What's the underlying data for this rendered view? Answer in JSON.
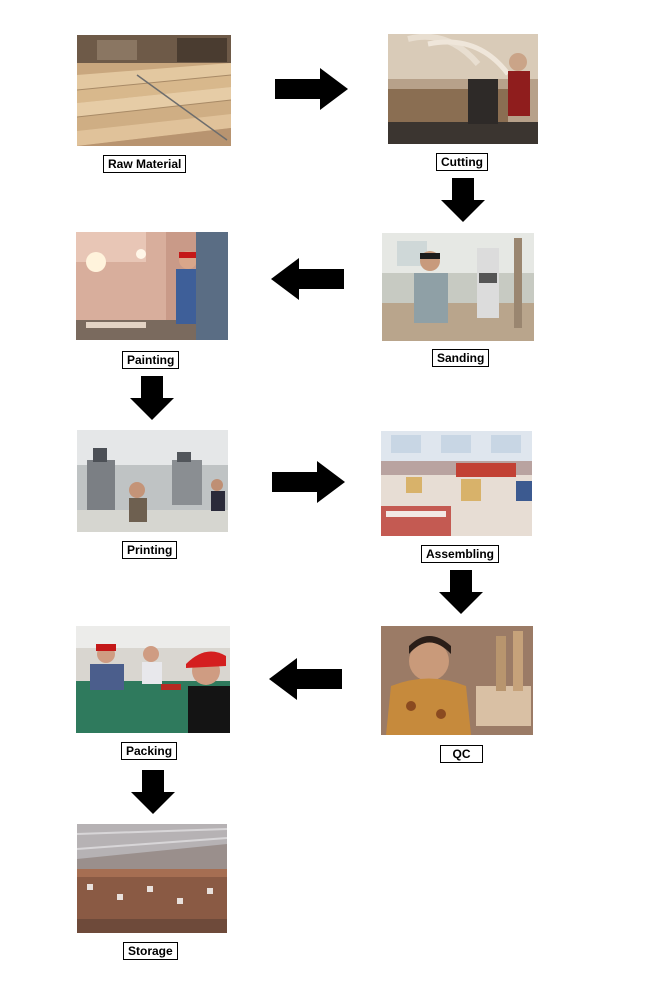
{
  "steps": [
    {
      "id": "raw-material",
      "label": "Raw Material"
    },
    {
      "id": "cutting",
      "label": "Cutting"
    },
    {
      "id": "sanding",
      "label": "Sanding"
    },
    {
      "id": "painting",
      "label": "Painting"
    },
    {
      "id": "printing",
      "label": "Printing"
    },
    {
      "id": "assembling",
      "label": "Assembling"
    },
    {
      "id": "qc",
      "label": "QC"
    },
    {
      "id": "packing",
      "label": "Packing"
    },
    {
      "id": "storage",
      "label": "Storage"
    }
  ],
  "arrows": [
    {
      "from": "Raw Material",
      "to": "Cutting",
      "direction": "right"
    },
    {
      "from": "Cutting",
      "to": "Sanding",
      "direction": "down"
    },
    {
      "from": "Sanding",
      "to": "Painting",
      "direction": "left"
    },
    {
      "from": "Painting",
      "to": "Printing",
      "direction": "down"
    },
    {
      "from": "Printing",
      "to": "Assembling",
      "direction": "right"
    },
    {
      "from": "Assembling",
      "to": "QC",
      "direction": "down"
    },
    {
      "from": "QC",
      "to": "Packing",
      "direction": "left"
    },
    {
      "from": "Packing",
      "to": "Storage",
      "direction": "down"
    }
  ],
  "colors": {
    "arrow": "#000000",
    "label_border": "#000000",
    "background": "#ffffff"
  }
}
